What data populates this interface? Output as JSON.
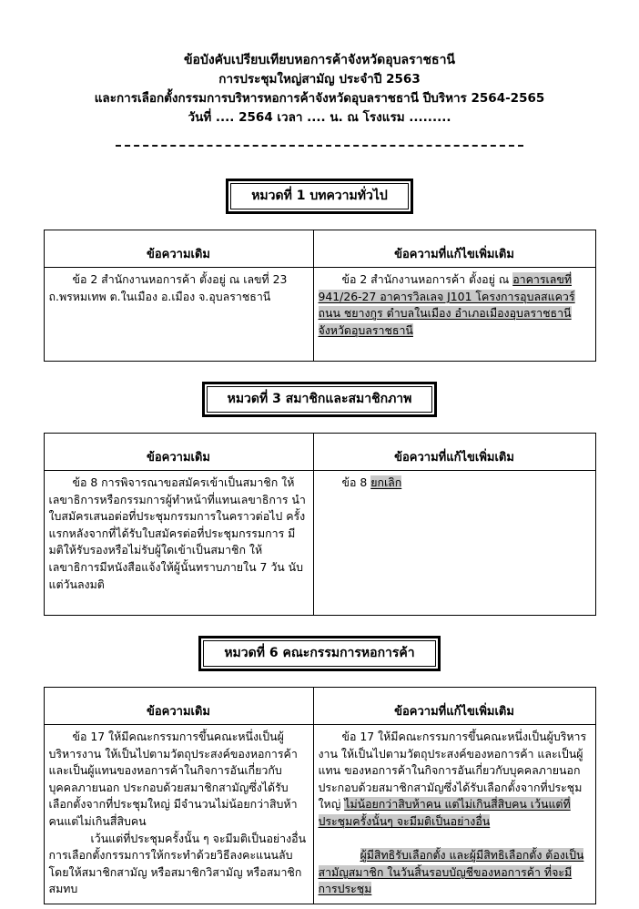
{
  "document": {
    "title_lines": [
      "ข้อบังคับเปรียบเทียบหอการค้าจังหวัดอุบลราชธานี",
      "การประชุมใหญ่สามัญ ประจำปี 2563",
      "และการเลือกตั้งกรรมการบริหารหอการค้าจังหวัดอุบลราชธานี ปีบริหาร 2564-2565",
      "วันที่ ....  2564  เวลา .... น. ณ โรงแรม ........."
    ]
  },
  "table_headers": {
    "original": "ข้อความเดิม",
    "amended": "ข้อความที่แก้ไขเพิ่มเติม"
  },
  "sections": [
    {
      "heading": "หมวดที่  1  บทความทั่วไป",
      "original": {
        "paragraphs": [
          {
            "indent": "indent",
            "runs": [
              {
                "text": "ข้อ 2  สำนักงานหอการค้า  ตั้งอยู่ ณ เลขที่ 23  ถ.พรหมเทพ ต.ในเมือง  อ.เมือง  จ.อุบลราชธานี",
                "highlight": false
              }
            ]
          }
        ]
      },
      "amended": {
        "paragraphs": [
          {
            "indent": "indent",
            "runs": [
              {
                "text": "ข้อ 2 สำนักงานหอการค้า ตั้งอยู่ ณ ",
                "highlight": false
              },
              {
                "text": "อาคารเลขที่ 941/26-27 อาคารวิลเลจ J101 โครงการอุบลสแควร์ ถนน ชยางกูร ตำบลในเมือง อำเภอเมืองอุบลราชธานี จังหวัดอุบลราชธานี",
                "highlight": true
              }
            ]
          }
        ]
      }
    },
    {
      "heading": "หมวดที่  3  สมาชิกและสมาชิกภาพ",
      "original": {
        "paragraphs": [
          {
            "indent": "indent",
            "runs": [
              {
                "text": "ข้อ 8  การพิจารณาขอสมัครเข้าเป็นสมาชิก    ให้เลขาธิการหรือกรรมการผู้ทำหน้าที่แทนเลขาธิการ  นำใบสมัครเสนอต่อที่ประชุมกรรมการในคราวต่อไป  ครั้งแรกหลังจากที่ได้รับใบสมัครต่อที่ประชุมกรรมการ  มีมติให้รับรองหรือไม่รับผู้ใดเข้าเป็นสมาชิก  ให้เลขาธิการมีหนังสือแจ้งให้ผู้นั้นทราบภายใน 7 วัน  นับแต่วันลงมติ",
                "highlight": false
              }
            ]
          }
        ]
      },
      "amended": {
        "paragraphs": [
          {
            "indent": "indent",
            "runs": [
              {
                "text": "ข้อ 8 ",
                "highlight": false
              },
              {
                "text": "ยกเลิก",
                "highlight": true
              }
            ]
          }
        ]
      }
    },
    {
      "heading": "หมวดที่  6  คณะกรรมการหอการค้า",
      "original": {
        "paragraphs": [
          {
            "indent": "indent",
            "runs": [
              {
                "text": "ข้อ 17  ให้มีคณะกรรมการขึ้นคณะหนึ่งเป็นผู้บริหารงาน  ให้เป็นไปตามวัตถุประสงค์ของหอการค้าและเป็นผู้แทนของหอการค้าในกิจการอันเกี่ยวกับบุคคลภายนอก ประกอบด้วยสมาชิกสามัญซึ่งได้รับเลือกตั้งจากที่ประชุมใหญ่ มีจำนวนไม่น้อยกว่าสิบห้าคนแต่ไม่เกินสี่สิบคน",
                "highlight": false
              }
            ]
          },
          {
            "indent": "indent-big",
            "runs": [
              {
                "text": "เว้นแต่ที่ประชุมครั้งนั้น ๆ จะมีมติเป็นอย่างอื่นการเลือกตั้งกรรมการให้กระทำด้วยวิธีลงคะแนนลับโดยให้สมาชิกสามัญ หรือสมาชิกวิสามัญ หรือสมาชิกสมทบ",
                "highlight": false
              }
            ]
          }
        ]
      },
      "amended": {
        "paragraphs": [
          {
            "indent": "indent",
            "runs": [
              {
                "text": "ข้อ 17 ให้มีคณะกรรมการขึ้นคณะหนึ่งเป็นผู้บริหารงาน ให้เป็นไปตามวัตถุประสงค์ของหอการค้า และเป็นผู้แทน ของหอการค้าในกิจการอันเกี่ยวกับบุคคลภายนอก ประกอบด้วยสมาชิกสามัญซึ่งได้รับเลือกตั้งจากที่ประชุมใหญ่ ",
                "highlight": false
              },
              {
                "text": "ไม่น้อยกว่าสิบห้าคน  แต่ไม่เกินสี่สิบคน เว้นแต่ที่ประชุมครั้งนั้นๆ จะมีมติเป็นอย่างอื่น",
                "highlight": true
              }
            ]
          },
          {
            "indent": "indent-big",
            "spacer_before": true,
            "runs": [
              {
                "text": "ผู้มีสิทธิรับเลือกตั้ง  และผู้มีสิทธิเลือกตั้ง  ต้องเป็นสามัญสมาชิก ในวันสิ้นรอบบัญชีของหอการค้า ที่จะมีการประชุม",
                "highlight": true
              }
            ]
          }
        ]
      }
    }
  ],
  "colors": {
    "highlight": "#c9c9c9",
    "border": "#000000",
    "text": "#000000",
    "background": "#ffffff"
  }
}
